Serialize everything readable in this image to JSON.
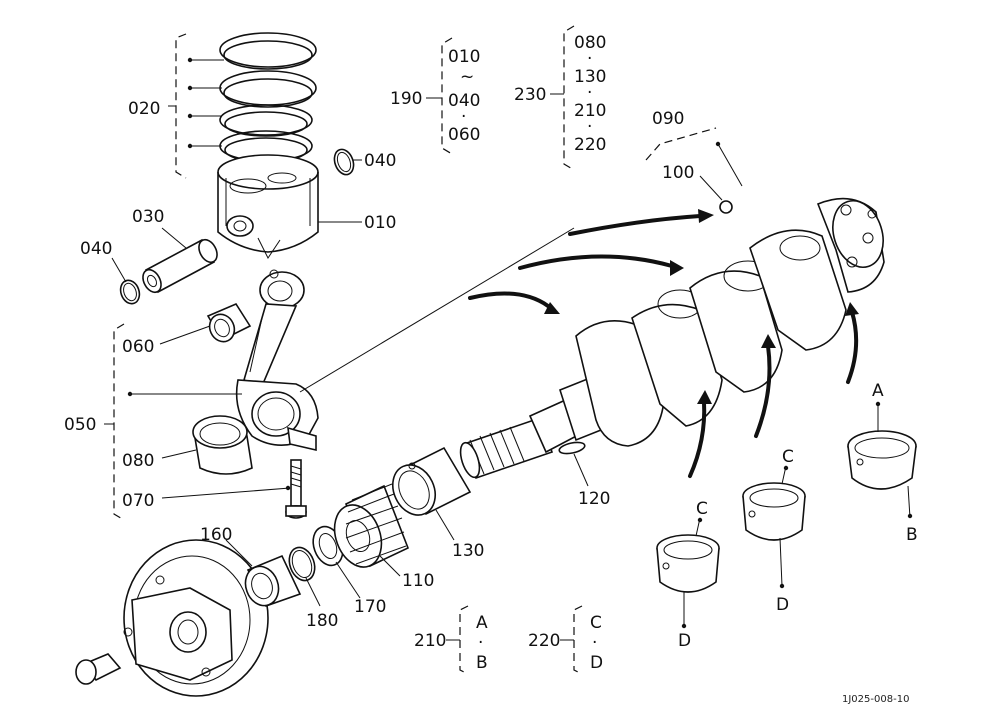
{
  "parts": {
    "p010": "010",
    "p020": "020",
    "p030": "030",
    "p040a": "040",
    "p040b": "040",
    "p050": "050",
    "p060": "060",
    "p070": "070",
    "p080": "080",
    "p090": "090",
    "p100": "100",
    "p110": "110",
    "p120": "120",
    "p130": "130",
    "p160": "160",
    "p170": "170",
    "p180": "180"
  },
  "groups": {
    "g190": {
      "label": "190",
      "items": [
        "010",
        "~",
        "040",
        "·",
        "060"
      ]
    },
    "g230": {
      "label": "230",
      "items": [
        "080",
        "·",
        "130",
        "·",
        "210",
        "·",
        "220"
      ]
    },
    "g210": {
      "label": "210",
      "items": [
        "A",
        "·",
        "B"
      ]
    },
    "g220": {
      "label": "220",
      "items": [
        "C",
        "·",
        "D"
      ]
    }
  },
  "bearing_letters": {
    "a": "A",
    "b": "B",
    "c1": "C",
    "d1": "D",
    "c2": "C",
    "d2": "D"
  },
  "footer": {
    "code": "1J025-008-10"
  }
}
